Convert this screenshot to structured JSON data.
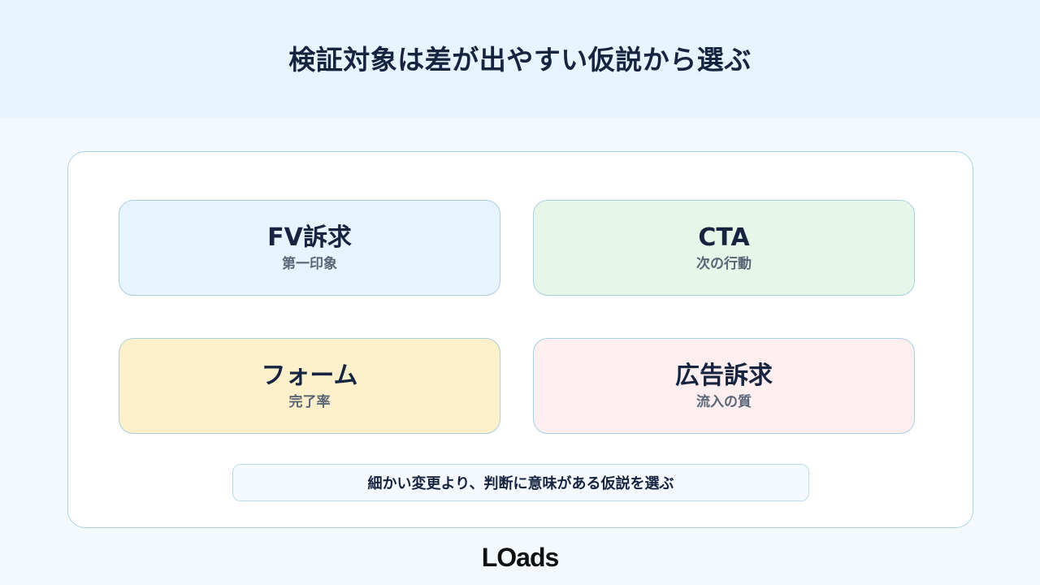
{
  "header": {
    "title": "検証対象は差が出やすい仮説から選ぶ"
  },
  "cards": [
    {
      "title": "FV訴求",
      "subtitle": "第一印象",
      "color": "#e7f3fd"
    },
    {
      "title": "CTA",
      "subtitle": "次の行動",
      "color": "#e6f7ea"
    },
    {
      "title": "フォーム",
      "subtitle": "完了率",
      "color": "#fdf0cb"
    },
    {
      "title": "広告訴求",
      "subtitle": "流入の質",
      "color": "#fdeff0"
    }
  ],
  "note": {
    "text": "細かい変更より、判断に意味がある仮説を選ぶ"
  },
  "logo": {
    "text": "LOads"
  }
}
